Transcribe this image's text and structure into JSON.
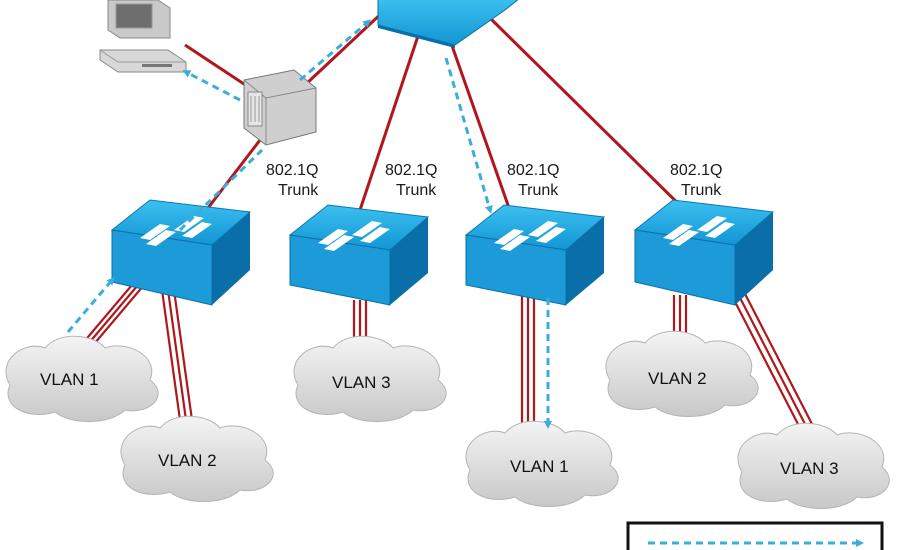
{
  "colors": {
    "trunk_line": "#b0161c",
    "traffic_arrow": "#3aaed8",
    "switch_top": "#1ea6e0",
    "switch_side": "#0a6fa8",
    "cloud_fill": "#dcdcdc",
    "legend_border": "#111111"
  },
  "icons": [
    "pc-icon",
    "router-icon",
    "multilayer-switch-icon",
    "switch-icon",
    "cloud-icon"
  ],
  "trunk_labels": [
    {
      "line1": "802.1Q",
      "line2": "Trunk"
    },
    {
      "line1": "802.1Q",
      "line2": "Trunk"
    },
    {
      "line1": "802.1Q",
      "line2": "Trunk"
    },
    {
      "line1": "802.1Q",
      "line2": "Trunk"
    }
  ],
  "vlans": [
    {
      "label": "VLAN 1"
    },
    {
      "label": "VLAN 2"
    },
    {
      "label": "VLAN 3"
    },
    {
      "label": "VLAN 1"
    },
    {
      "label": "VLAN 2"
    },
    {
      "label": "VLAN 3"
    }
  ]
}
